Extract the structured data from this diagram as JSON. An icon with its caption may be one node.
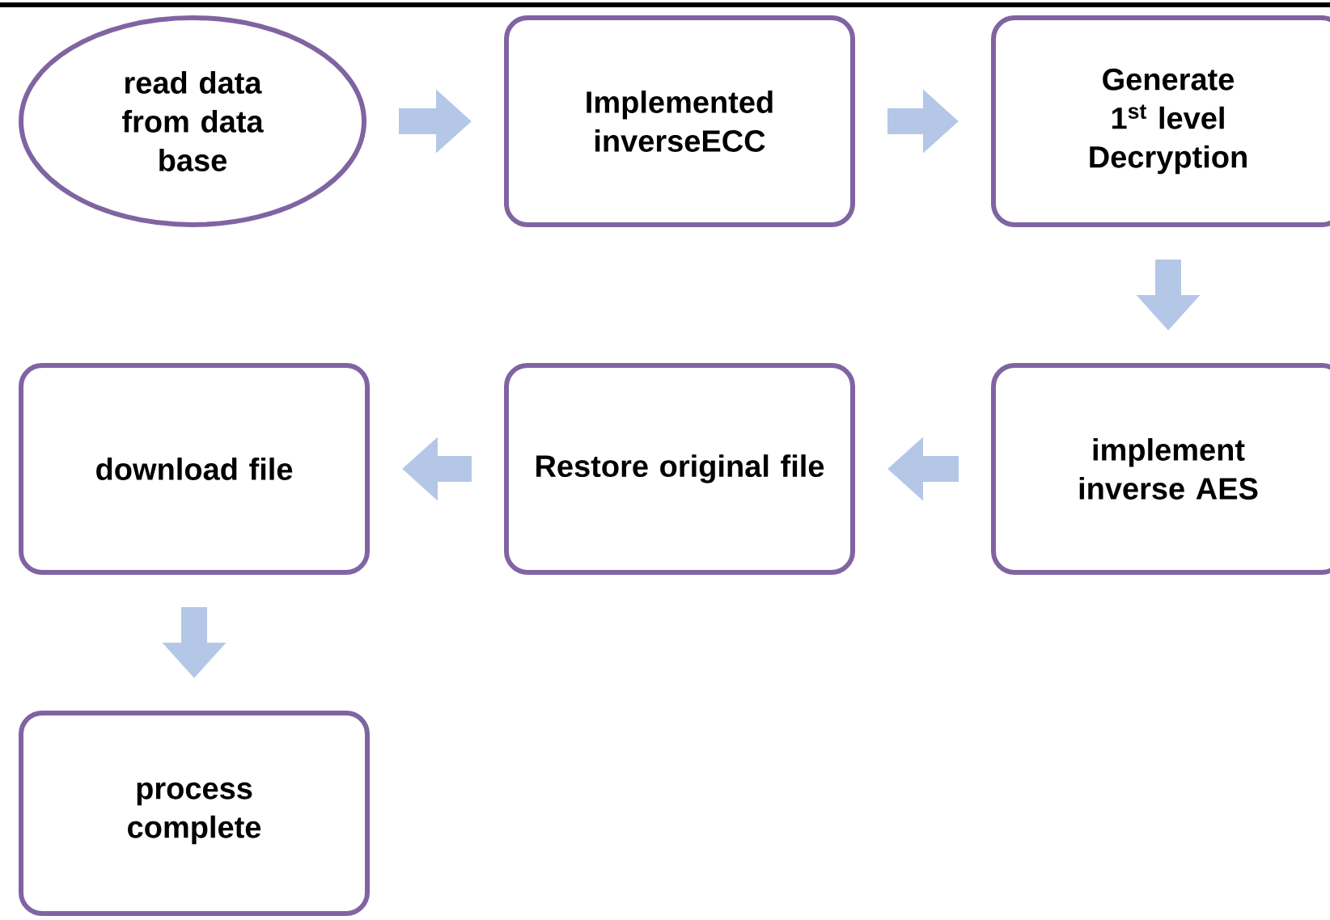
{
  "diagram": {
    "nodes": [
      {
        "text": [
          "read data from data base"
        ]
      },
      {
        "text": [
          "Implemented inverseECC"
        ]
      },
      {
        "text": [
          "Generate 1$^{st}$ level Decryption"
        ]
      },
      {
        "text": [
          "implement inverse AES"
        ]
      },
      {
        "text": [
          "Restore original file"
        ]
      },
      {
        "text": [
          "download file"
        ]
      },
      {
        "text": [
          "process complete"
        ]
      }
    ],
    "edges": [
      {
        "from": 0,
        "to": 1,
        "arrow": "to"
      },
      {
        "from": 1,
        "to": 2,
        "arrow": "to"
      },
      {
        "from": 2,
        "to": 3,
        "arrow": "to"
      },
      {
        "from": 3,
        "to": 4,
        "arrow": "to"
      },
      {
        "from": 4,
        "to": 5,
        "arrow": "to"
      },
      {
        "from": 5,
        "to": 6,
        "arrow": "to"
      }
    ]
  }
}
